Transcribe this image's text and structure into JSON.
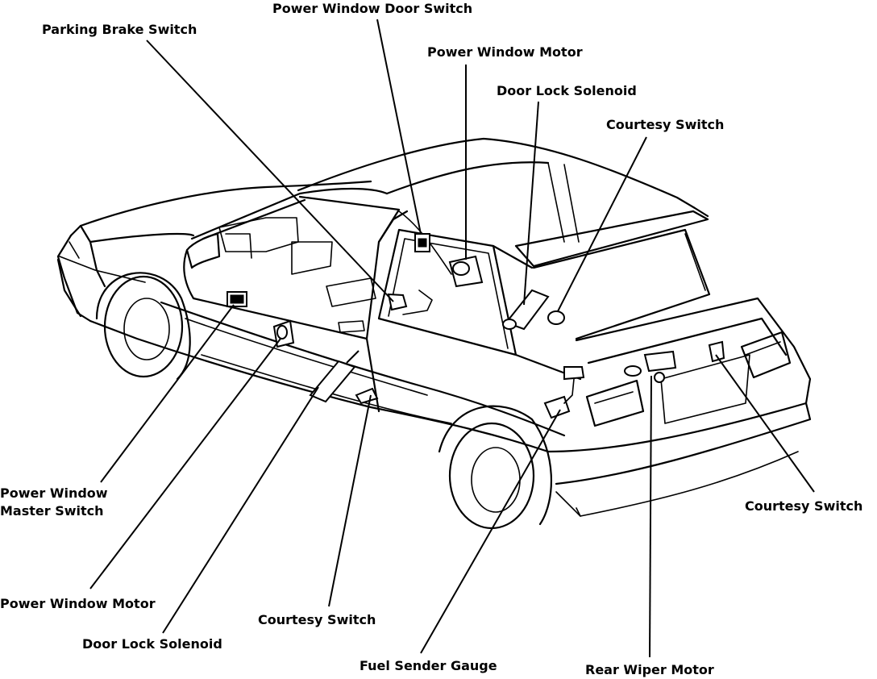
{
  "labels": {
    "power_window_door_switch": "Power Window Door Switch",
    "parking_brake_switch": "Parking Brake Switch",
    "power_window_motor_top": "Power Window Motor",
    "door_lock_solenoid_top": "Door Lock Solenoid",
    "courtesy_switch_top": "Courtesy Switch",
    "power_window_master_switch_line1": "Power Window",
    "power_window_master_switch_line2": "Master Switch",
    "power_window_motor_bottom": "Power Window Motor",
    "door_lock_solenoid_bottom": "Door Lock Solenoid",
    "courtesy_switch_bottom": "Courtesy Switch",
    "fuel_sender_gauge": "Fuel Sender Gauge",
    "rear_wiper_motor": "Rear Wiper Motor",
    "courtesy_switch_right": "Courtesy Switch"
  }
}
